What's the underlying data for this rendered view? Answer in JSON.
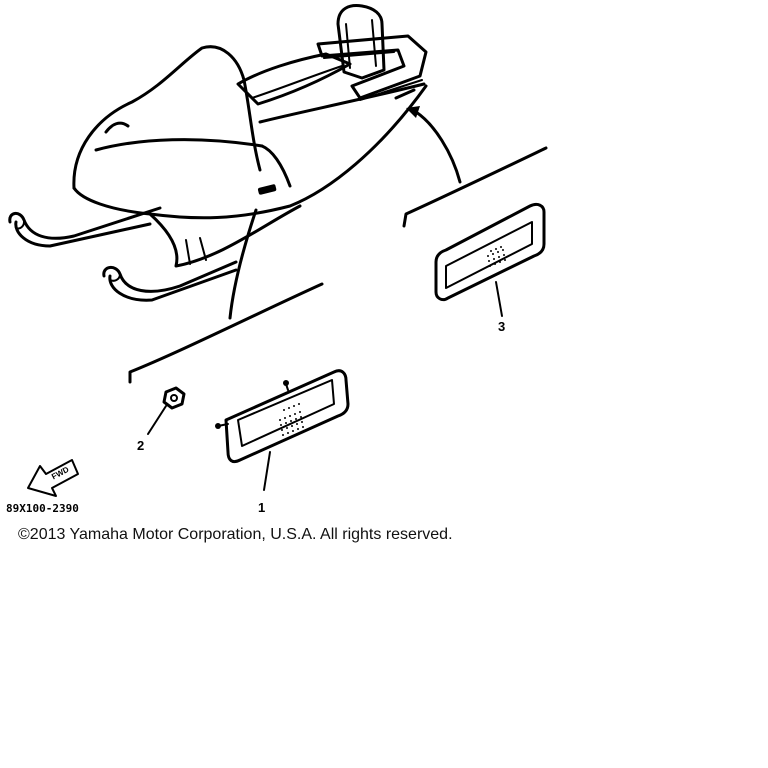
{
  "callouts": {
    "part_1": "1",
    "part_2": "2",
    "part_3": "3"
  },
  "diagram_code": "89X100-2390",
  "front_arrow_label": "FWD",
  "copyright": "©2013 Yamaha Motor Corporation, U.S.A. All rights reserved."
}
